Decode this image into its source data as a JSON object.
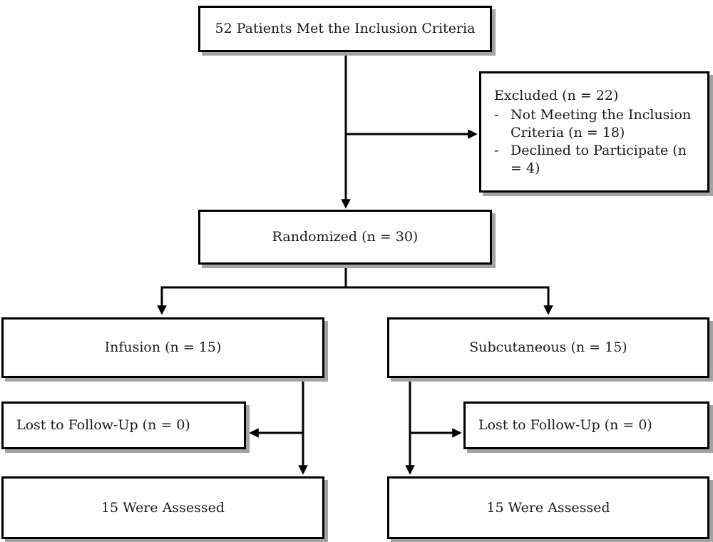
{
  "diagram": {
    "type": "flowchart",
    "bullet": "-",
    "nodes": {
      "inclusion": {
        "label": "52 Patients Met the Inclusion Criteria"
      },
      "excluded": {
        "heading": "Excluded (n = 22)",
        "items": [
          "Not Meeting the Inclusion Criteria (n = 18)",
          "Declined to Participate (n = 4)"
        ]
      },
      "randomized": {
        "label": "Randomized (n = 30)"
      },
      "infusion": {
        "label": "Infusion (n = 15)"
      },
      "subcutaneous": {
        "label": "Subcutaneous (n = 15)"
      },
      "lost_infusion": {
        "label": "Lost to Follow-Up (n = 0)"
      },
      "lost_subcutaneous": {
        "label": "Lost to Follow-Up (n = 0)"
      },
      "assessed_infusion": {
        "label": "15 Were Assessed"
      },
      "assessed_subcutaneous": {
        "label": "15 Were Assessed"
      }
    },
    "colors": {
      "background": "#ffffff",
      "box_fill": "#ffffff",
      "border": "#000000",
      "shadow": "#a3a3a3",
      "line": "#000000",
      "text": "#1a1a1a"
    }
  }
}
